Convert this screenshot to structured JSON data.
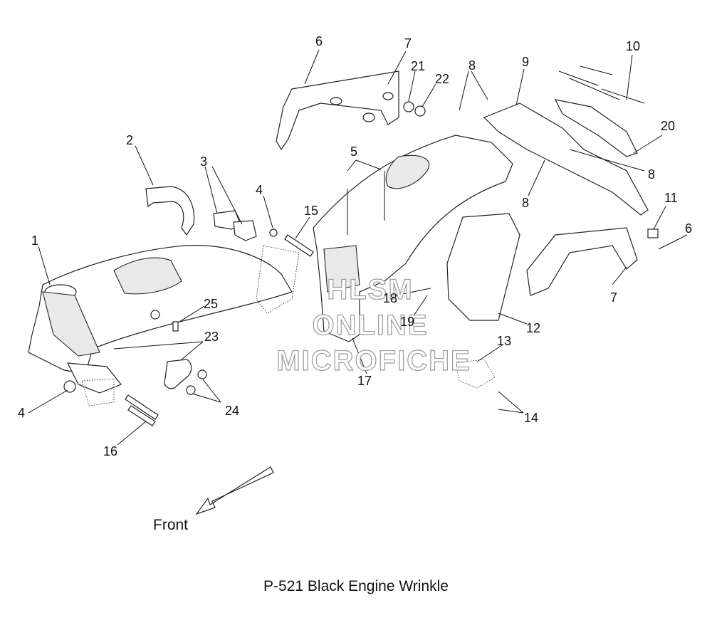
{
  "caption": "P-521  Black Engine Wrinkle",
  "direction_label": "Front",
  "watermark": [
    "HLSM",
    "ONLINE",
    "MICROFICHE"
  ],
  "callouts": {
    "c1": "1",
    "c2": "2",
    "c3": "3",
    "c4a": "4",
    "c4b": "4",
    "c5": "5",
    "c6a": "6",
    "c6b": "6",
    "c7a": "7",
    "c7b": "7",
    "c8a": "8",
    "c8b": "8",
    "c8c": "8",
    "c9": "9",
    "c10": "10",
    "c11": "11",
    "c12": "12",
    "c13": "13",
    "c14": "14",
    "c15": "15",
    "c16": "16",
    "c17": "17",
    "c18": "18",
    "c19": "19",
    "c20": "20",
    "c21": "21",
    "c22": "22",
    "c23": "23",
    "c24": "24",
    "c25": "25"
  }
}
